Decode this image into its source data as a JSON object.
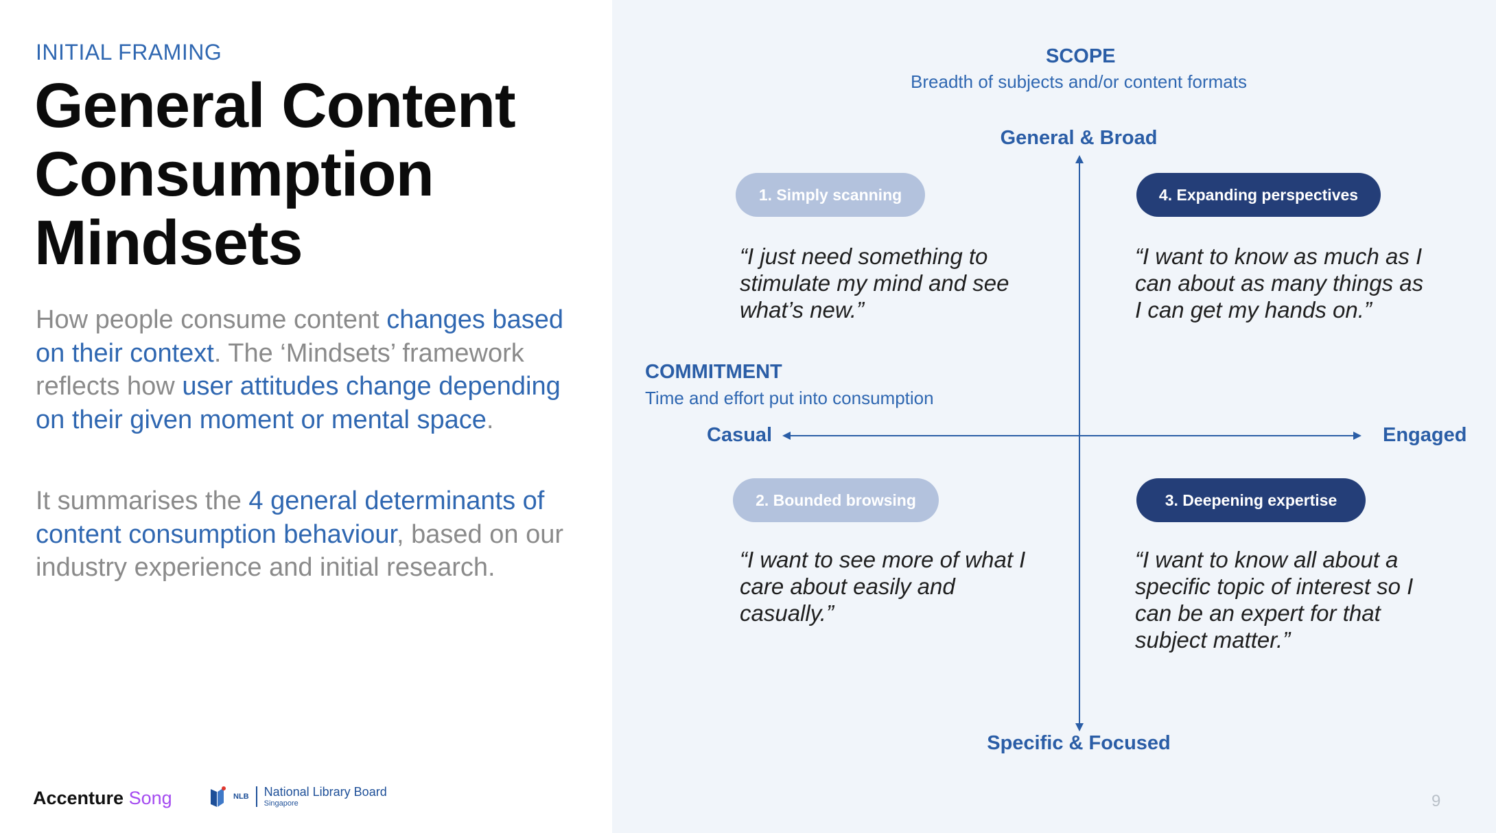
{
  "left": {
    "eyebrow": "INITIAL FRAMING",
    "title_lines": [
      "General Content",
      "Consumption",
      "Mindsets"
    ],
    "para1": [
      {
        "text": "How people consume content ",
        "hl": false
      },
      {
        "text": "changes based on their context",
        "hl": true
      },
      {
        "text": ". The ‘Mindsets’ framework reflects how ",
        "hl": false
      },
      {
        "text": "user attitudes change depending on their given moment or mental space",
        "hl": true
      },
      {
        "text": ".",
        "hl": false
      }
    ],
    "para2": [
      {
        "text": "It summarises the ",
        "hl": false
      },
      {
        "text": "4 general determinants of content consumption behaviour",
        "hl": true
      },
      {
        "text": ", based on our industry experience and initial research.",
        "hl": false
      }
    ]
  },
  "footer": {
    "accenture": "Accenture",
    "song": "Song",
    "nlb_abbr": "NLB",
    "nlb_name": "National Library Board",
    "nlb_sub": "Singapore",
    "page_number": "9"
  },
  "diagram": {
    "scope_title": "SCOPE",
    "scope_sub": "Breadth of subjects and/or content formats",
    "commitment_title": "COMMITMENT",
    "commitment_sub": "Time and effort put into consumption",
    "pole_top": "General & Broad",
    "pole_bottom": "Specific & Focused",
    "pole_left": "Casual",
    "pole_right": "Engaged",
    "quadrants": [
      {
        "label": "1. Simply scanning",
        "quote": "“I just need something to stimulate my mind and see what’s new.”"
      },
      {
        "label": "2. Bounded browsing",
        "quote": "“I want to see more of what I care about easily and casually.”"
      },
      {
        "label": "3. Deepening expertise",
        "quote": "“I want to know all about a specific topic of interest so I can be an expert for that subject matter.”"
      },
      {
        "label": "4. Expanding perspectives",
        "quote": "“I want to know as much as I can about as many things as I can get my hands on.”"
      }
    ]
  },
  "colors": {
    "accent_blue": "#2f67b1",
    "pill_light": "#b3c2dd",
    "pill_dark": "#243e78",
    "panel_bg": "#f1f5fa",
    "song_purple": "#a44bf0"
  }
}
